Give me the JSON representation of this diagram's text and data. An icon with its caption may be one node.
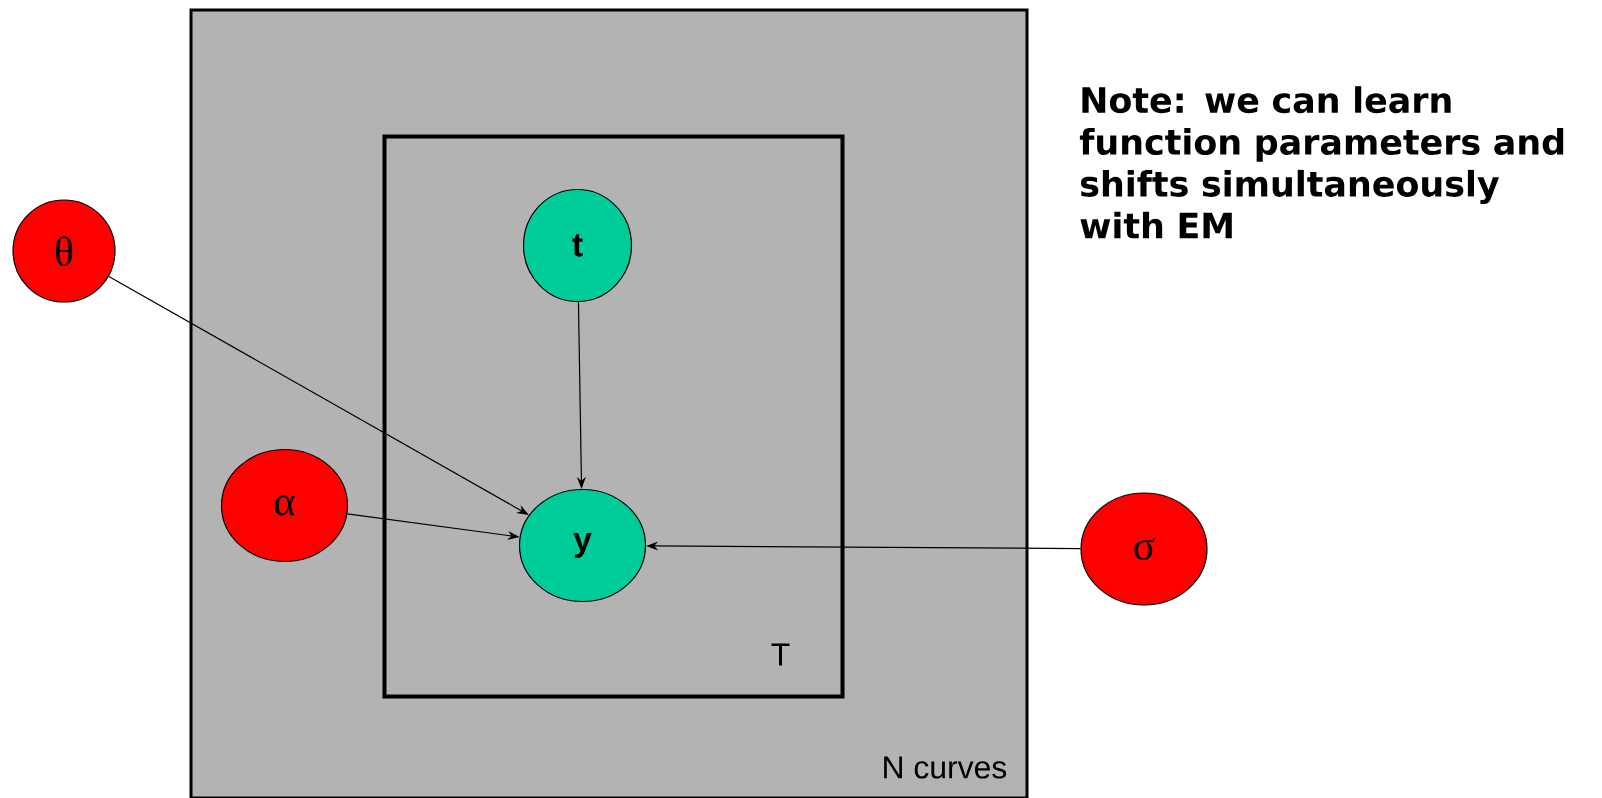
{
  "diagram": {
    "nodes": [
      {
        "text": [
          "N curves"
        ]
      },
      {
        "text": [
          "T"
        ],
        "in": 0
      },
      {
        "text": [
          "θ"
        ]
      },
      {
        "text": [
          "t"
        ],
        "in": 1
      },
      {
        "text": [
          "α"
        ],
        "in": 0
      },
      {
        "text": [
          "y"
        ],
        "in": 1
      },
      {
        "text": [
          "σ"
        ]
      }
    ],
    "edges": [
      {
        "from": 2,
        "to": 5,
        "arrow": "to"
      },
      {
        "from": 3,
        "to": 5,
        "arrow": "to"
      },
      {
        "from": 4,
        "to": 5,
        "arrow": "to"
      },
      {
        "from": 6,
        "to": 5,
        "arrow": "to"
      }
    ],
    "labels": [
      "Note: we can learn function parameters and shifts simultaneously with EM"
    ]
  }
}
